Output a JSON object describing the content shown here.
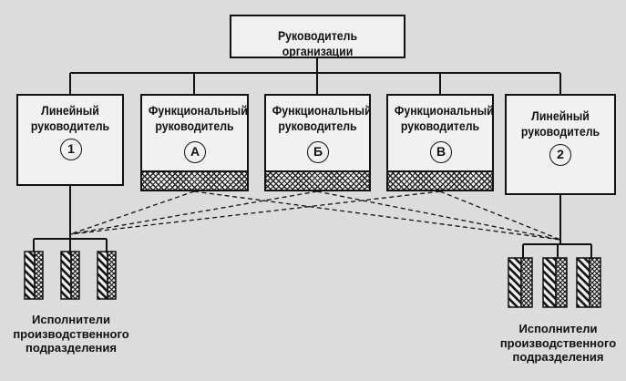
{
  "root": {
    "label": "Руководитель организации"
  },
  "managers": [
    {
      "label_line1": "Линейный",
      "label_line2": "руководитель",
      "badge": "1",
      "type": "linear"
    },
    {
      "label_line1": "Функциональный",
      "label_line2": "руководитель",
      "badge": "А",
      "type": "functional"
    },
    {
      "label_line1": "Функциональный",
      "label_line2": "руководитель",
      "badge": "Б",
      "type": "functional"
    },
    {
      "label_line1": "Функциональный",
      "label_line2": "руководитель",
      "badge": "В",
      "type": "functional"
    },
    {
      "label_line1": "Линейный",
      "label_line2": "руководитель",
      "badge": "2",
      "type": "linear"
    }
  ],
  "units": [
    {
      "caption_line1": "Исполнители",
      "caption_line2": "производственного",
      "caption_line3": "подразделения",
      "performers": 3
    },
    {
      "caption_line1": "Исполнители",
      "caption_line2": "производственного",
      "caption_line3": "подразделения",
      "performers": 3
    }
  ],
  "colors": {
    "line": "#111111",
    "box_fill": "#f1f1f1",
    "background": "#dcdcdc"
  }
}
